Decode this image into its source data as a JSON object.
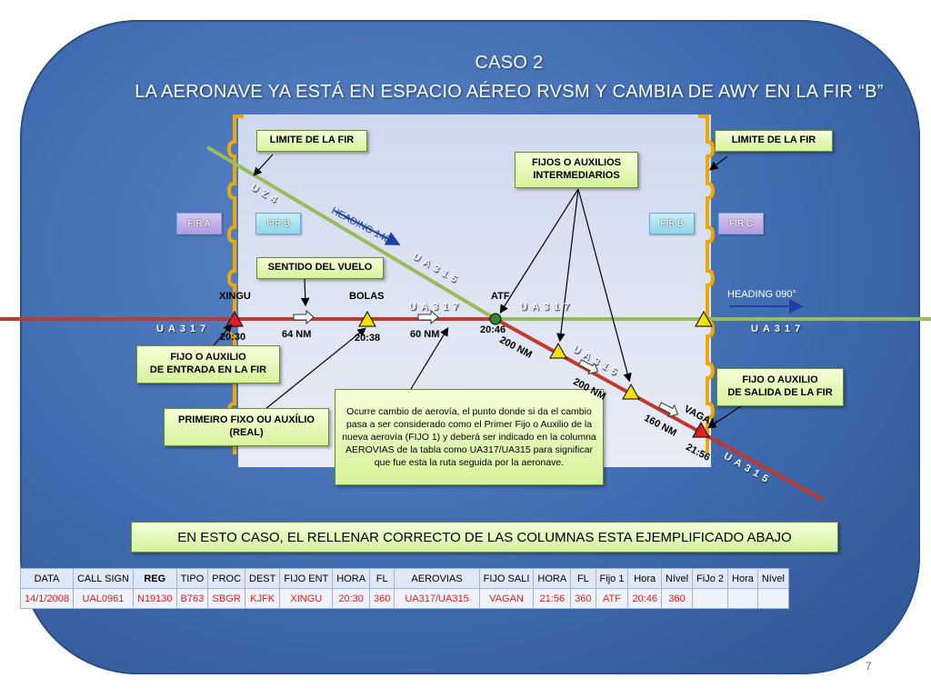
{
  "title": {
    "line1": "CASO 2",
    "line2": "LA AERONAVE YA ESTÁ EN ESPACIO AÉREO RVSM Y CAMBIA DE AWY EN LA FIR “B”"
  },
  "callouts": {
    "limite_left": "LIMITE DE LA FIR",
    "limite_right": "LIMITE DE LA FIR",
    "fijos_intermediarios": "FIJOS O AUXILIOS\nINTERMEDIARIOS",
    "sentido_vuelo": "SENTIDO DEL VUELO",
    "fijo_entrada": "FIJO O AUXILIO\nDE ENTRADA EN LA FIR",
    "fijo_salida": "FIJO O AUXILIO\nDE SALIDA DE LA FIR",
    "primeiro_fixo": "PRIMEIRO FIXO OU AUXÍLIO\n(REAL)",
    "note": "Ocurre cambio de aerovía, el punto donde si da el cambio pasa a ser considerado como el Primer Fijo o Auxilio de la nueva aerovía (FIJO 1) y deberá ser indicado en la columna AEROVIAS de la tabla como UA317/UA315 para significar que fue esta la ruta seguida por la aeronave."
  },
  "fir_labels": {
    "fir_a": "FIR A",
    "fir_b_left": "FIR B",
    "fir_b_right": "FIR B",
    "fir_c": "FIR C"
  },
  "headings": {
    "h140": "HEADING 140°",
    "h090": "HEADING 090°"
  },
  "routes": {
    "uz4": "UZ4",
    "ua315_upper": "UA315",
    "ua317_left": "UA317",
    "ua317_mid": "UA317",
    "ua317_mid2": "UA317",
    "ua317_right": "UA317",
    "ua315_mid": "UA315",
    "ua315_low": "UA315"
  },
  "points": {
    "xingu": "XINGU",
    "bolas": "BOLAS",
    "atf": "ATF",
    "vagan": "VAGAN"
  },
  "times": {
    "xingu": "20:30",
    "bolas": "20:38",
    "atf": "20:46",
    "vagan": "21:56"
  },
  "distances": {
    "d64": "64 NM",
    "d60": "60 NM",
    "d200a": "200 NM",
    "d200b": "200 NM",
    "d160": "160 NM"
  },
  "banner": "EN ESTO CASO, EL RELLENAR CORRECTO DE LAS COLUMNAS ESTA EJEMPLIFICADO ABAJO",
  "table": {
    "headers": [
      "DATA",
      "CALL SIGN",
      "REG",
      "TIPO",
      "PROC",
      "DEST",
      "FIJO ENT",
      "HORA",
      "FL",
      "AEROVIAS",
      "FIJO SALI",
      "HORA",
      "FL",
      "Fijo 1",
      "Hora",
      "Nível",
      "FiJo 2",
      "Hora",
      "Nível"
    ],
    "values": [
      "14/1/2008",
      "UAL0961",
      "N19130",
      "B763",
      "SBGR",
      "KJFK",
      "XINGU",
      "20:30",
      "360",
      "UA317/UA315",
      "VAGAN",
      "21:56",
      "360",
      "ATF",
      "20:46",
      "360",
      "",
      "",
      ""
    ]
  },
  "page_number": "7",
  "colors": {
    "panel": "#3f6bb0",
    "callout_fill": "#d6f39a",
    "route_red": "#c0392b",
    "route_green": "#9bbb59",
    "fir_border": "#f0a800",
    "table_values": "#e0201a"
  }
}
